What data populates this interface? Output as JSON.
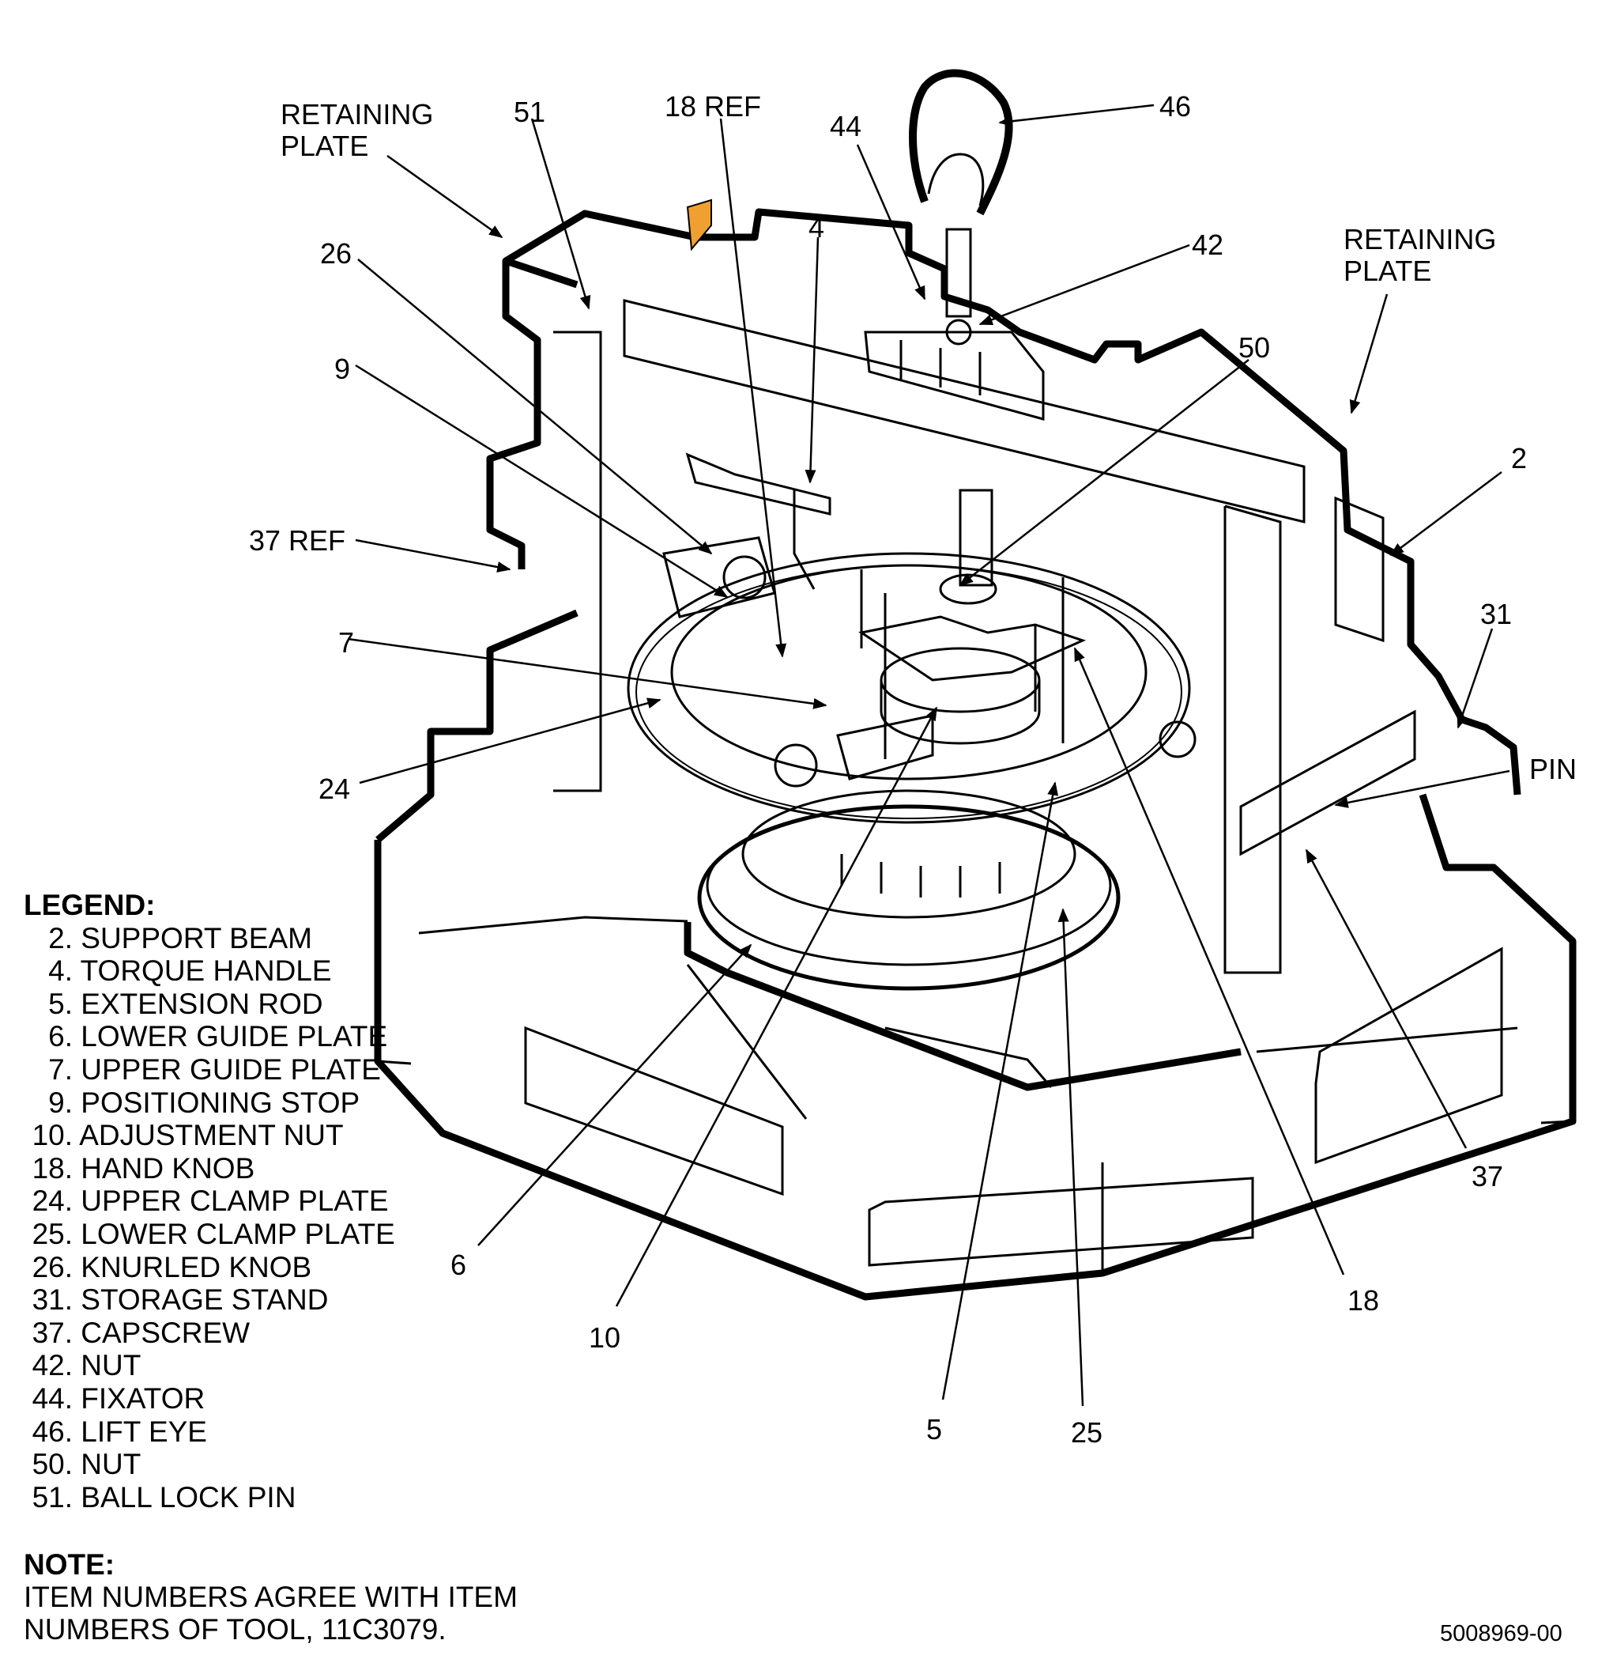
{
  "callouts": {
    "c46": "46",
    "c18ref": "18 REF",
    "c51": "51",
    "retaining_left": "RETAINING\nPLATE",
    "c44": "44",
    "c42": "42",
    "c4": "4",
    "c26": "26",
    "retaining_right": "RETAINING\nPLATE",
    "c50": "50",
    "c9": "9",
    "c2": "2",
    "c37ref": "37 REF",
    "c31": "31",
    "c7": "7",
    "pin": "PIN",
    "c24": "24",
    "c37": "37",
    "c6": "6",
    "c18": "18",
    "c10": "10",
    "c5": "5",
    "c25": "25"
  },
  "legend": {
    "title": "LEGEND:",
    "items": [
      {
        "num": "2.",
        "label": "SUPPORT BEAM"
      },
      {
        "num": "4.",
        "label": "TORQUE HANDLE"
      },
      {
        "num": "5.",
        "label": "EXTENSION ROD"
      },
      {
        "num": "6.",
        "label": "LOWER GUIDE PLATE"
      },
      {
        "num": "7.",
        "label": "UPPER GUIDE PLATE"
      },
      {
        "num": "9.",
        "label": "POSITIONING STOP"
      },
      {
        "num": "10.",
        "label": "ADJUSTMENT NUT"
      },
      {
        "num": "18.",
        "label": "HAND KNOB"
      },
      {
        "num": "24.",
        "label": "UPPER CLAMP PLATE"
      },
      {
        "num": "25.",
        "label": "LOWER CLAMP PLATE"
      },
      {
        "num": "26.",
        "label": "KNURLED KNOB"
      },
      {
        "num": "31.",
        "label": "STORAGE STAND"
      },
      {
        "num": "37.",
        "label": "CAPSCREW"
      },
      {
        "num": "42.",
        "label": "NUT"
      },
      {
        "num": "44.",
        "label": "FIXATOR"
      },
      {
        "num": "46.",
        "label": "LIFT EYE"
      },
      {
        "num": "50.",
        "label": "NUT"
      },
      {
        "num": "51.",
        "label": "BALL LOCK PIN"
      }
    ]
  },
  "note": {
    "title": "NOTE:",
    "line1": "ITEM NUMBERS AGREE WITH ITEM",
    "line2": "NUMBERS OF TOOL, 11C3079."
  },
  "figure_id": "5008969-00",
  "colors": {
    "line": "#000000",
    "highlight": "#f0a030",
    "background": "#ffffff"
  }
}
